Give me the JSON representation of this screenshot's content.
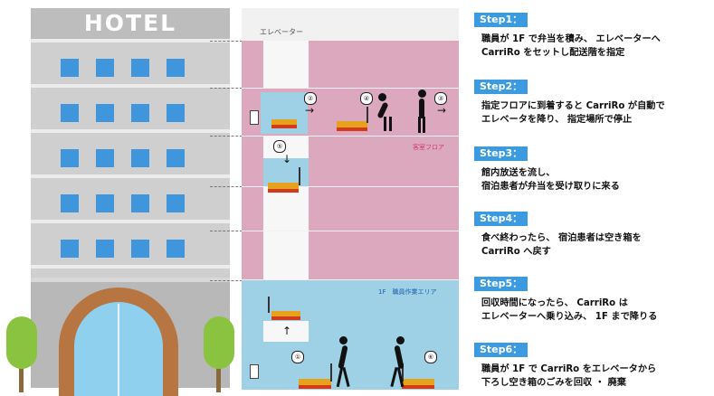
{
  "hotel": {
    "sign": "HOTEL"
  },
  "diagram": {
    "elevator_label": "エレベーター",
    "floor_label_guest": "客室フロア",
    "floor_label_staff": "1F　職員作業エリア",
    "markers": [
      "②",
      "④",
      "③",
      "⑤",
      "①",
      "⑥"
    ]
  },
  "steps": [
    {
      "badge": "Step1：",
      "lines": [
        "職員が 1F で弁当を積み、 エレベーターへ",
        "CarriRo をセットし配送階を指定"
      ]
    },
    {
      "badge": "Step2：",
      "lines": [
        "指定フロアに到着すると CarriRo が自動で",
        "エレベータを降り、 指定場所で停止"
      ]
    },
    {
      "badge": "Step3：",
      "lines": [
        "館内放送を流し、",
        "宿泊患者が弁当を受け取りに来る"
      ]
    },
    {
      "badge": "Step4：",
      "lines": [
        "食べ終わったら、 宿泊患者は空き箱を",
        "CarriRo へ戻す"
      ]
    },
    {
      "badge": "Step5：",
      "lines": [
        "回収時間になったら、 CarriRo は",
        "エレベーターへ乗り込み、 1F まで降りる"
      ]
    },
    {
      "badge": "Step6：",
      "lines": [
        "職員が 1F で CarriRo をエレベータから",
        "下ろし空き箱のごみを回収 ・ 廃棄"
      ]
    }
  ],
  "colors": {
    "accent": "#3c9be0",
    "guest_floor": "#dba8bd",
    "staff_area": "#9fd1e6",
    "cart": "#e6a21c"
  }
}
